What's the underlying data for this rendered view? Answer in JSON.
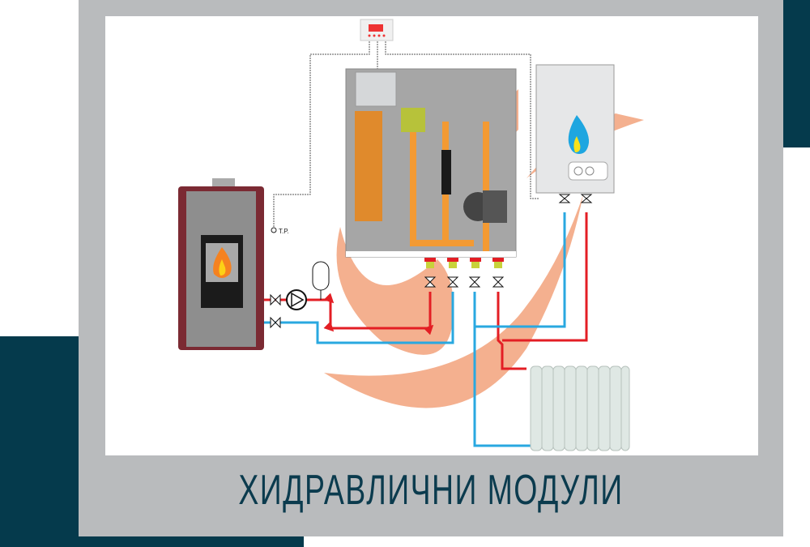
{
  "title": "ХИДРАВЛИЧНИ МОДУЛИ",
  "labels": {
    "temperature_probe": "T.P."
  },
  "components": [
    {
      "name": "pellet-stove",
      "icon": "stove-icon"
    },
    {
      "name": "circulation-pump",
      "icon": "pump-icon"
    },
    {
      "name": "expansion-vessel",
      "icon": "expansion-vessel-icon"
    },
    {
      "name": "hydraulic-module",
      "icon": "module-icon"
    },
    {
      "name": "thermostat",
      "icon": "thermostat-icon"
    },
    {
      "name": "gas-boiler",
      "icon": "boiler-icon"
    },
    {
      "name": "radiator",
      "icon": "radiator-icon"
    }
  ],
  "colors": {
    "hot_pipe": "#e31e24",
    "cold_pipe": "#29a8e0",
    "navy": "#053a4c",
    "frame_gray": "#b9bbbd",
    "swoosh": "#f4b08f"
  }
}
